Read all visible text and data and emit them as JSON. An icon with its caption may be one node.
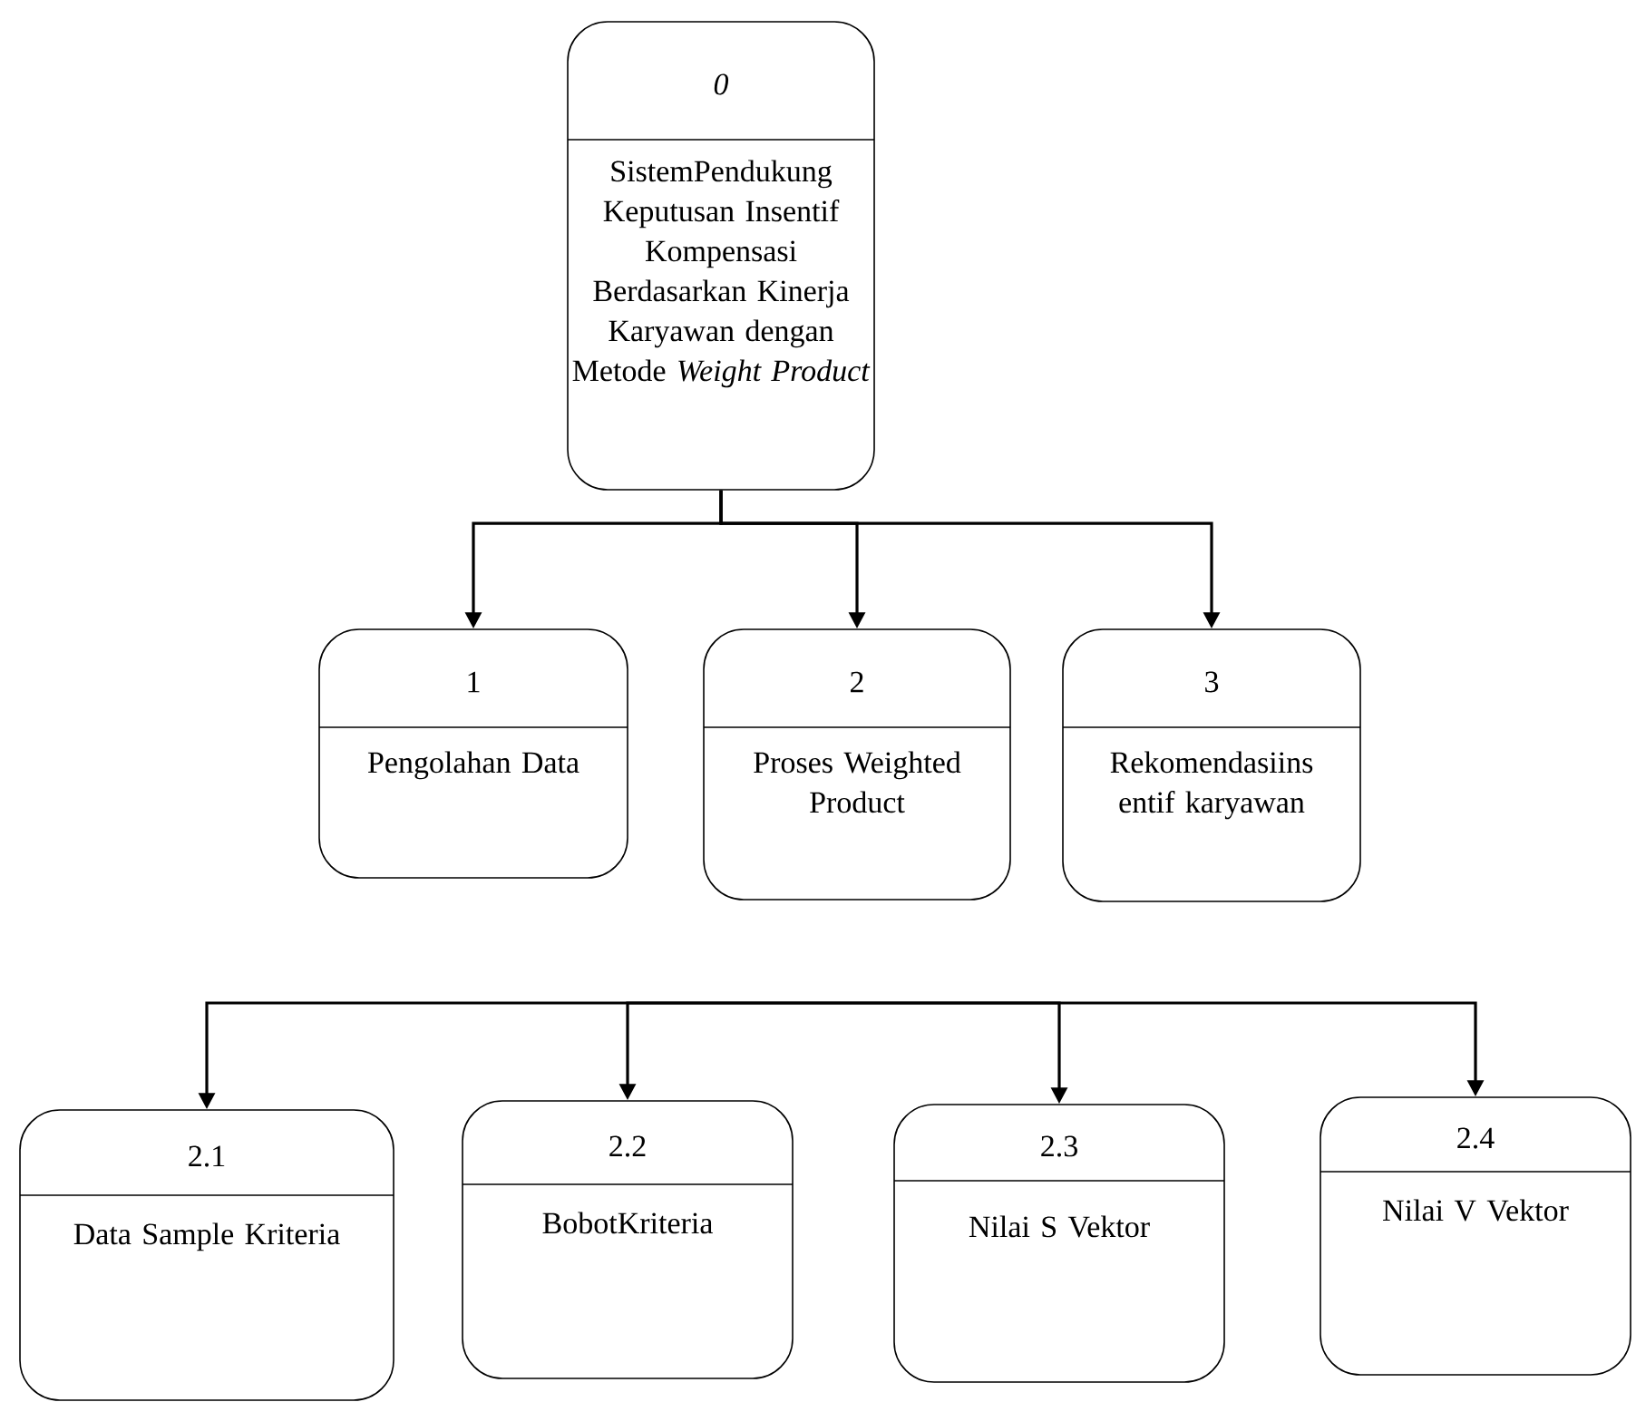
{
  "diagram": {
    "nodes": [
      {
        "text": [
          "0",
          "SistemPendukung Keputusan Insentif Kompensasi Berdasarkan Kinerja Karyawan dengan Metode *Weight Product*"
        ]
      },
      {
        "text": [
          "1",
          "Pengolahan Data"
        ]
      },
      {
        "text": [
          "2",
          "Proses Weighted Product"
        ]
      },
      {
        "text": [
          "3",
          "Rekomendasiins entif karyawan"
        ]
      },
      {
        "text": [
          "2.1",
          "Data Sample Kriteria"
        ]
      },
      {
        "text": [
          "2.2",
          "BobotKriteria"
        ]
      },
      {
        "text": [
          "2.3",
          "Nilai S Vektor"
        ]
      },
      {
        "text": [
          "2.4",
          "Nilai V Vektor"
        ]
      }
    ],
    "edges": [
      {
        "from": 0,
        "to": 1,
        "arrow": "to"
      },
      {
        "from": 0,
        "to": 2,
        "arrow": "to"
      },
      {
        "from": 0,
        "to": 3,
        "arrow": "to"
      },
      {
        "from": null,
        "to": 4,
        "arrow": "to"
      },
      {
        "from": null,
        "to": 5,
        "arrow": "to"
      },
      {
        "from": null,
        "to": 6,
        "arrow": "to"
      },
      {
        "from": null,
        "to": 7,
        "arrow": "to"
      }
    ]
  }
}
